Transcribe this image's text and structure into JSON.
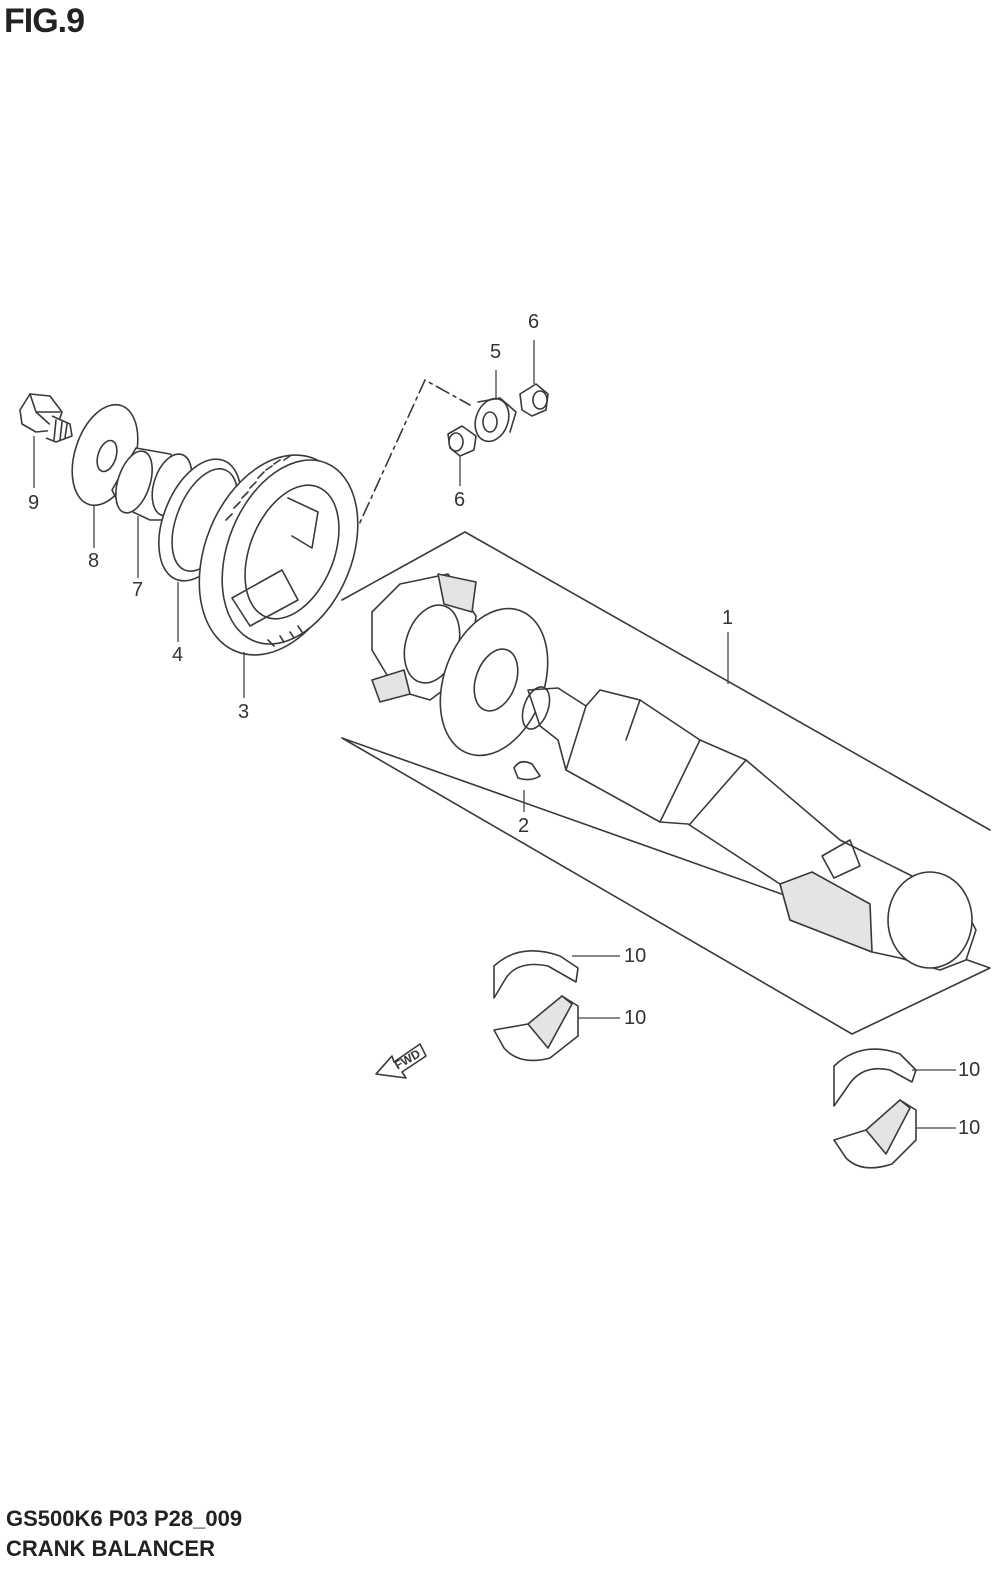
{
  "figure": {
    "title": "FIG.9"
  },
  "footer": {
    "code": "GS500K6 P03 P28_009",
    "name": "CRANK BALANCER"
  },
  "labels": {
    "l1": "1",
    "l2": "2",
    "l3": "3",
    "l4": "4",
    "l5": "5",
    "l6a": "6",
    "l6b": "6",
    "l7": "7",
    "l8": "8",
    "l9": "9",
    "l10a": "10",
    "l10b": "10",
    "l10c": "10",
    "l10d": "10"
  },
  "fwd_arrow": {
    "text": "FWD"
  }
}
